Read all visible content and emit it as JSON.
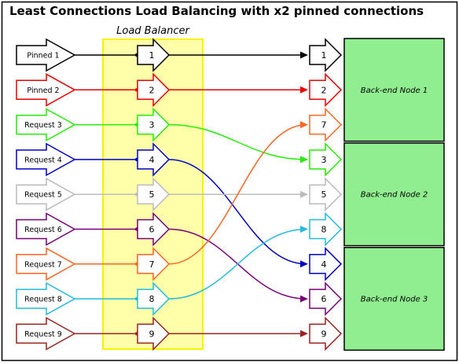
{
  "title": "Least Connections Load Balancing with x2 pinned connections",
  "load_balancer": {
    "label": "Load Balancer",
    "fill": "#ffffaa",
    "stroke": "#f5f500"
  },
  "requests": [
    {
      "label": "Pinned 1",
      "lb_label": "1",
      "target_label": "1",
      "target_slot": 0,
      "color": "#000000"
    },
    {
      "label": "Pinned 2",
      "lb_label": "2",
      "target_label": "2",
      "target_slot": 1,
      "color": "#ee0000"
    },
    {
      "label": "Request 3",
      "lb_label": "3",
      "target_label": "3",
      "target_slot": 3,
      "color": "#22ee00"
    },
    {
      "label": "Request 4",
      "lb_label": "4",
      "target_label": "4",
      "target_slot": 6,
      "color": "#0000cc"
    },
    {
      "label": "Request 5",
      "lb_label": "5",
      "target_label": "5",
      "target_slot": 4,
      "color": "#bbbbbb"
    },
    {
      "label": "Request 6",
      "lb_label": "6",
      "target_label": "6",
      "target_slot": 7,
      "color": "#770077"
    },
    {
      "label": "Request 7",
      "lb_label": "7",
      "target_label": "7",
      "target_slot": 2,
      "color": "#ff6622"
    },
    {
      "label": "Request 8",
      "lb_label": "8",
      "target_label": "8",
      "target_slot": 5,
      "color": "#22bbdd"
    },
    {
      "label": "Request 9",
      "lb_label": "9",
      "target_label": "9",
      "target_slot": 8,
      "color": "#992222"
    }
  ],
  "nodes": [
    {
      "label": "Back-end Node 1",
      "slots": [
        0,
        1,
        2
      ]
    },
    {
      "label": "Back-end Node 2",
      "slots": [
        3,
        4,
        5
      ]
    },
    {
      "label": "Back-end Node 3",
      "slots": [
        6,
        7,
        8
      ]
    }
  ],
  "node_fill": "#90ee90"
}
